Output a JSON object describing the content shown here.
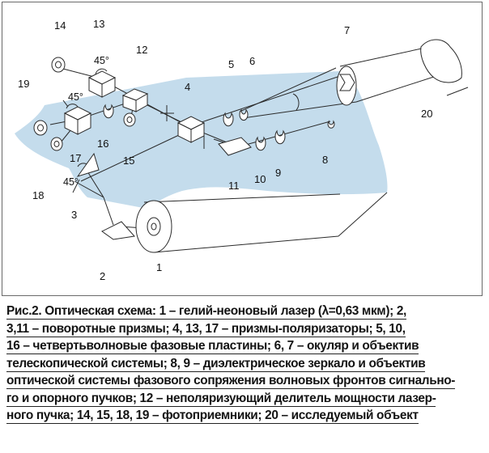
{
  "labels": {
    "n1": "1",
    "n2": "2",
    "n3": "3",
    "n4": "4",
    "n5": "5",
    "n6": "6",
    "n7": "7",
    "n8": "8",
    "n9": "9",
    "n10": "10",
    "n11": "11",
    "n12": "12",
    "n13": "13",
    "n14": "14",
    "n15": "15",
    "n16": "16",
    "n17": "17",
    "n18": "18",
    "n19": "19",
    "n20": "20"
  },
  "angles": {
    "a13": "45°",
    "a17": "45°",
    "a3": "45°"
  },
  "colors": {
    "table": "#c4dcec",
    "outline": "#2a2a2a",
    "element_fill": "#ffffff"
  },
  "caption": {
    "lines": [
      "Рис.2. Оптическая схема: 1 – гелий-неоновый лазер (λ=0,63 мкм); 2,",
      "3,11 – поворотные призмы;  4, 13, 17 – призмы-поляризаторы; 5, 10,",
      "16 – четвертьволновые фазовые пластины; 6, 7 – окуляр и объектив",
      "телескопической системы; 8, 9 – диэлектрическое зеркало и объектив",
      "оптической системы фазового сопряжения волновых фронтов сигнально-",
      "го и опорного пучков; 12 – неполяризующий делитель мощности лазер-",
      "ного пучка; 14, 15, 18, 19 – фотоприемники; 20 – исследуемый объект"
    ]
  }
}
